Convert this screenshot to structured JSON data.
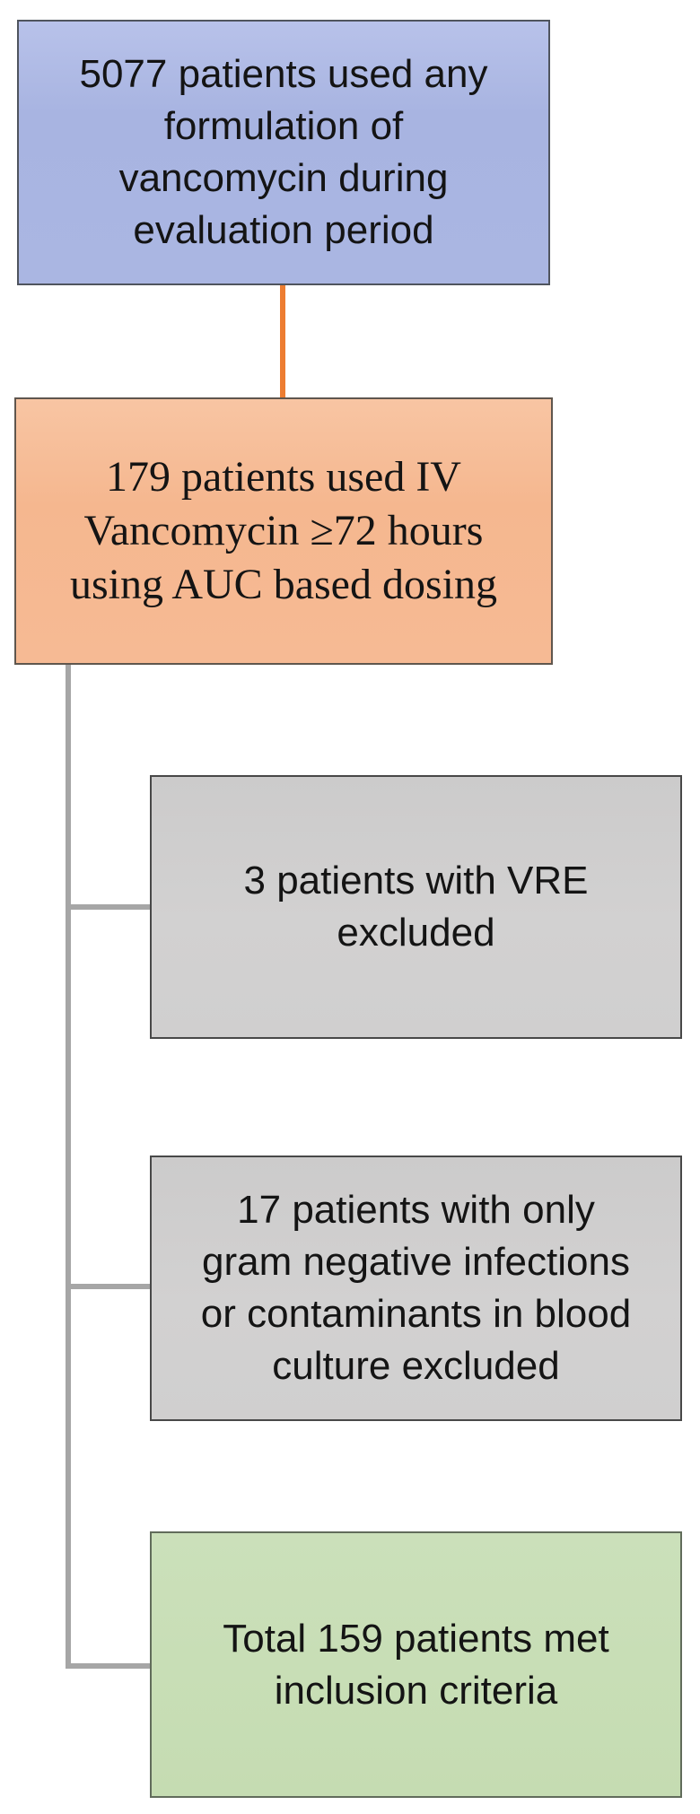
{
  "flowchart": {
    "type": "patient-flow-diagram",
    "background": "#ffffff",
    "nodes": [
      {
        "id": "initial-population",
        "text": "5077 patients used any\nformulation of\nvancomycin during\nevaluation period",
        "fill": "#A9B5E2",
        "border": "#4F545E"
      },
      {
        "id": "auc-dosing",
        "text": "179 patients used IV\nVancomycin ≥72 hours\nusing AUC based dosing",
        "fill": "#F6B88F",
        "border": "#5F564E"
      },
      {
        "id": "vre-excluded",
        "text": "3 patients with VRE\nexcluded",
        "fill": "#D1D0D0",
        "border": "#484848"
      },
      {
        "id": "gram-negative-excluded",
        "text": "17 patients with only\ngram negative infections\nor contaminants in blood\nculture excluded",
        "fill": "#D1D0D0",
        "border": "#484848"
      },
      {
        "id": "included-total",
        "text": "Total 159 patients met\ninclusion criteria",
        "fill": "#C6DDB4",
        "border": "#616C5B"
      }
    ],
    "connector_colors": {
      "orange_accent": "#ED7D31",
      "gray": "#A6A6A6"
    }
  }
}
